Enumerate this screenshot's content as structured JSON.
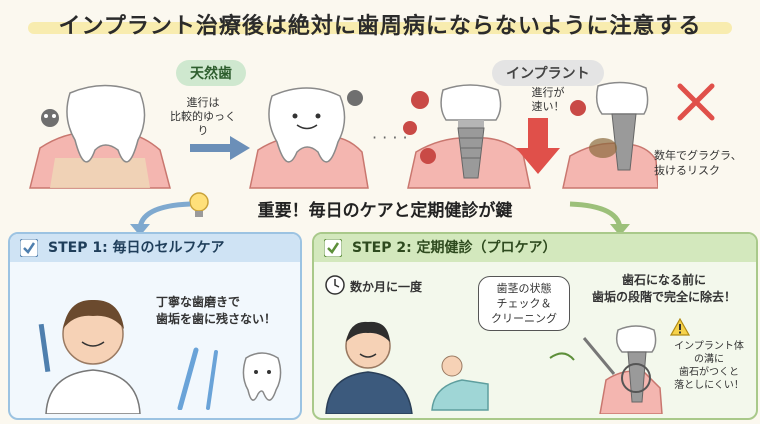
{
  "title": "インプラント治療後は絶対に歯周病にならないように注意する",
  "natural": {
    "label": "天然歯",
    "progress_line1": "進行は",
    "progress_line2": "比較的ゆっくり"
  },
  "implant": {
    "label": "インプラント",
    "progress_line1": "進行が",
    "progress_line2": "速い！",
    "risk_line1": "数年でグラグラ、",
    "risk_line2": "抜けるリスク"
  },
  "banner": "重要！毎日のケアと定期健診が鍵",
  "step1": {
    "title": "STEP 1: 毎日のセルフケア",
    "line1": "丁寧な歯磨きで",
    "line2": "歯垢を歯に残さない！"
  },
  "step2": {
    "title": "STEP 2: 定期健診（プロケア）",
    "frequency": "数か月に一度",
    "check_line1": "歯茎の状態",
    "check_line2": "チェック＆",
    "check_line3": "クリーニング",
    "remove_line1": "歯石になる前に",
    "remove_line2": "歯垢の段階で完全に除去！",
    "warn_line1": "インプラント体",
    "warn_line2": "の溝に",
    "warn_line3": "歯石がつくと",
    "warn_line4": "落としにくい！"
  },
  "colors": {
    "accent_yellow": "#f6e17a",
    "step1_blue": "#cfe3f4",
    "step2_green": "#d3e8bd",
    "danger_red": "#e0504a"
  }
}
